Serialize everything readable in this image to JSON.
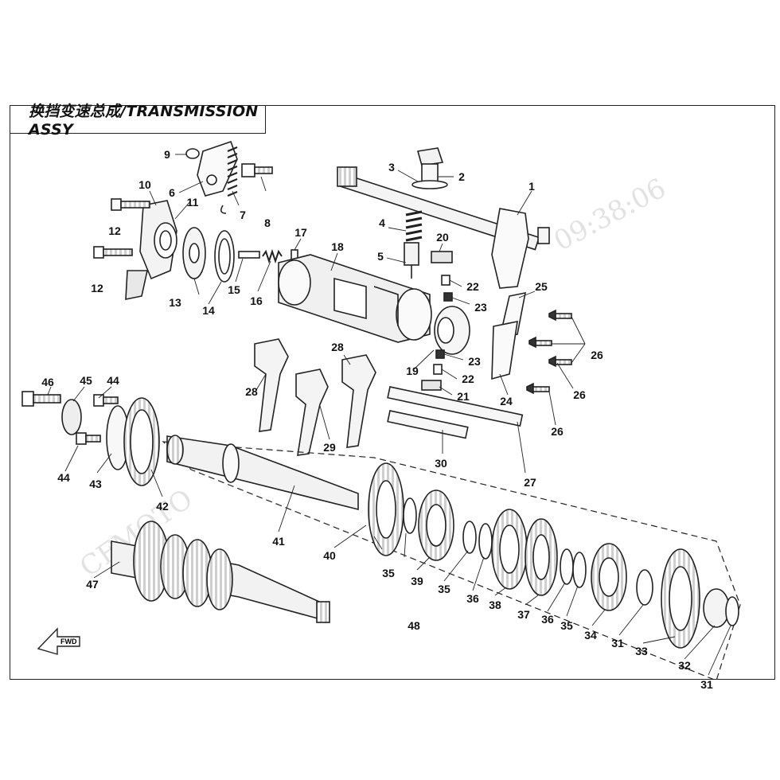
{
  "title": "换挡变速总成/TRANSMISSION ASSY",
  "fwd_label": "FWD",
  "watermarks": [
    "CFMOTO",
    "09:38:06"
  ],
  "labels": [
    {
      "id": "1",
      "text": "1"
    },
    {
      "id": "2",
      "text": "2"
    },
    {
      "id": "3",
      "text": "3"
    },
    {
      "id": "4",
      "text": "4"
    },
    {
      "id": "5",
      "text": "5"
    },
    {
      "id": "6",
      "text": "6"
    },
    {
      "id": "7",
      "text": "7"
    },
    {
      "id": "8",
      "text": "8"
    },
    {
      "id": "9",
      "text": "9"
    },
    {
      "id": "10",
      "text": "10"
    },
    {
      "id": "11",
      "text": "11"
    },
    {
      "id": "12a",
      "text": "12"
    },
    {
      "id": "12b",
      "text": "12"
    },
    {
      "id": "13",
      "text": "13"
    },
    {
      "id": "14",
      "text": "14"
    },
    {
      "id": "15",
      "text": "15"
    },
    {
      "id": "16",
      "text": "16"
    },
    {
      "id": "17",
      "text": "17"
    },
    {
      "id": "18",
      "text": "18"
    },
    {
      "id": "19",
      "text": "19"
    },
    {
      "id": "20",
      "text": "20"
    },
    {
      "id": "21",
      "text": "21"
    },
    {
      "id": "22a",
      "text": "22"
    },
    {
      "id": "22b",
      "text": "22"
    },
    {
      "id": "23a",
      "text": "23"
    },
    {
      "id": "23b",
      "text": "23"
    },
    {
      "id": "24",
      "text": "24"
    },
    {
      "id": "25",
      "text": "25"
    },
    {
      "id": "26a",
      "text": "26"
    },
    {
      "id": "26b",
      "text": "26"
    },
    {
      "id": "26c",
      "text": "26"
    },
    {
      "id": "27",
      "text": "27"
    },
    {
      "id": "28a",
      "text": "28"
    },
    {
      "id": "28b",
      "text": "28"
    },
    {
      "id": "29",
      "text": "29"
    },
    {
      "id": "30",
      "text": "30"
    },
    {
      "id": "31a",
      "text": "31"
    },
    {
      "id": "31b",
      "text": "31"
    },
    {
      "id": "32",
      "text": "32"
    },
    {
      "id": "33",
      "text": "33"
    },
    {
      "id": "34",
      "text": "34"
    },
    {
      "id": "35a",
      "text": "35"
    },
    {
      "id": "35b",
      "text": "35"
    },
    {
      "id": "35c",
      "text": "35"
    },
    {
      "id": "36a",
      "text": "36"
    },
    {
      "id": "36b",
      "text": "36"
    },
    {
      "id": "37",
      "text": "37"
    },
    {
      "id": "38",
      "text": "38"
    },
    {
      "id": "39",
      "text": "39"
    },
    {
      "id": "40",
      "text": "40"
    },
    {
      "id": "41",
      "text": "41"
    },
    {
      "id": "42",
      "text": "42"
    },
    {
      "id": "43",
      "text": "43"
    },
    {
      "id": "44a",
      "text": "44"
    },
    {
      "id": "44b",
      "text": "44"
    },
    {
      "id": "45",
      "text": "45"
    },
    {
      "id": "46",
      "text": "46"
    },
    {
      "id": "47",
      "text": "47"
    },
    {
      "id": "48",
      "text": "48"
    }
  ]
}
